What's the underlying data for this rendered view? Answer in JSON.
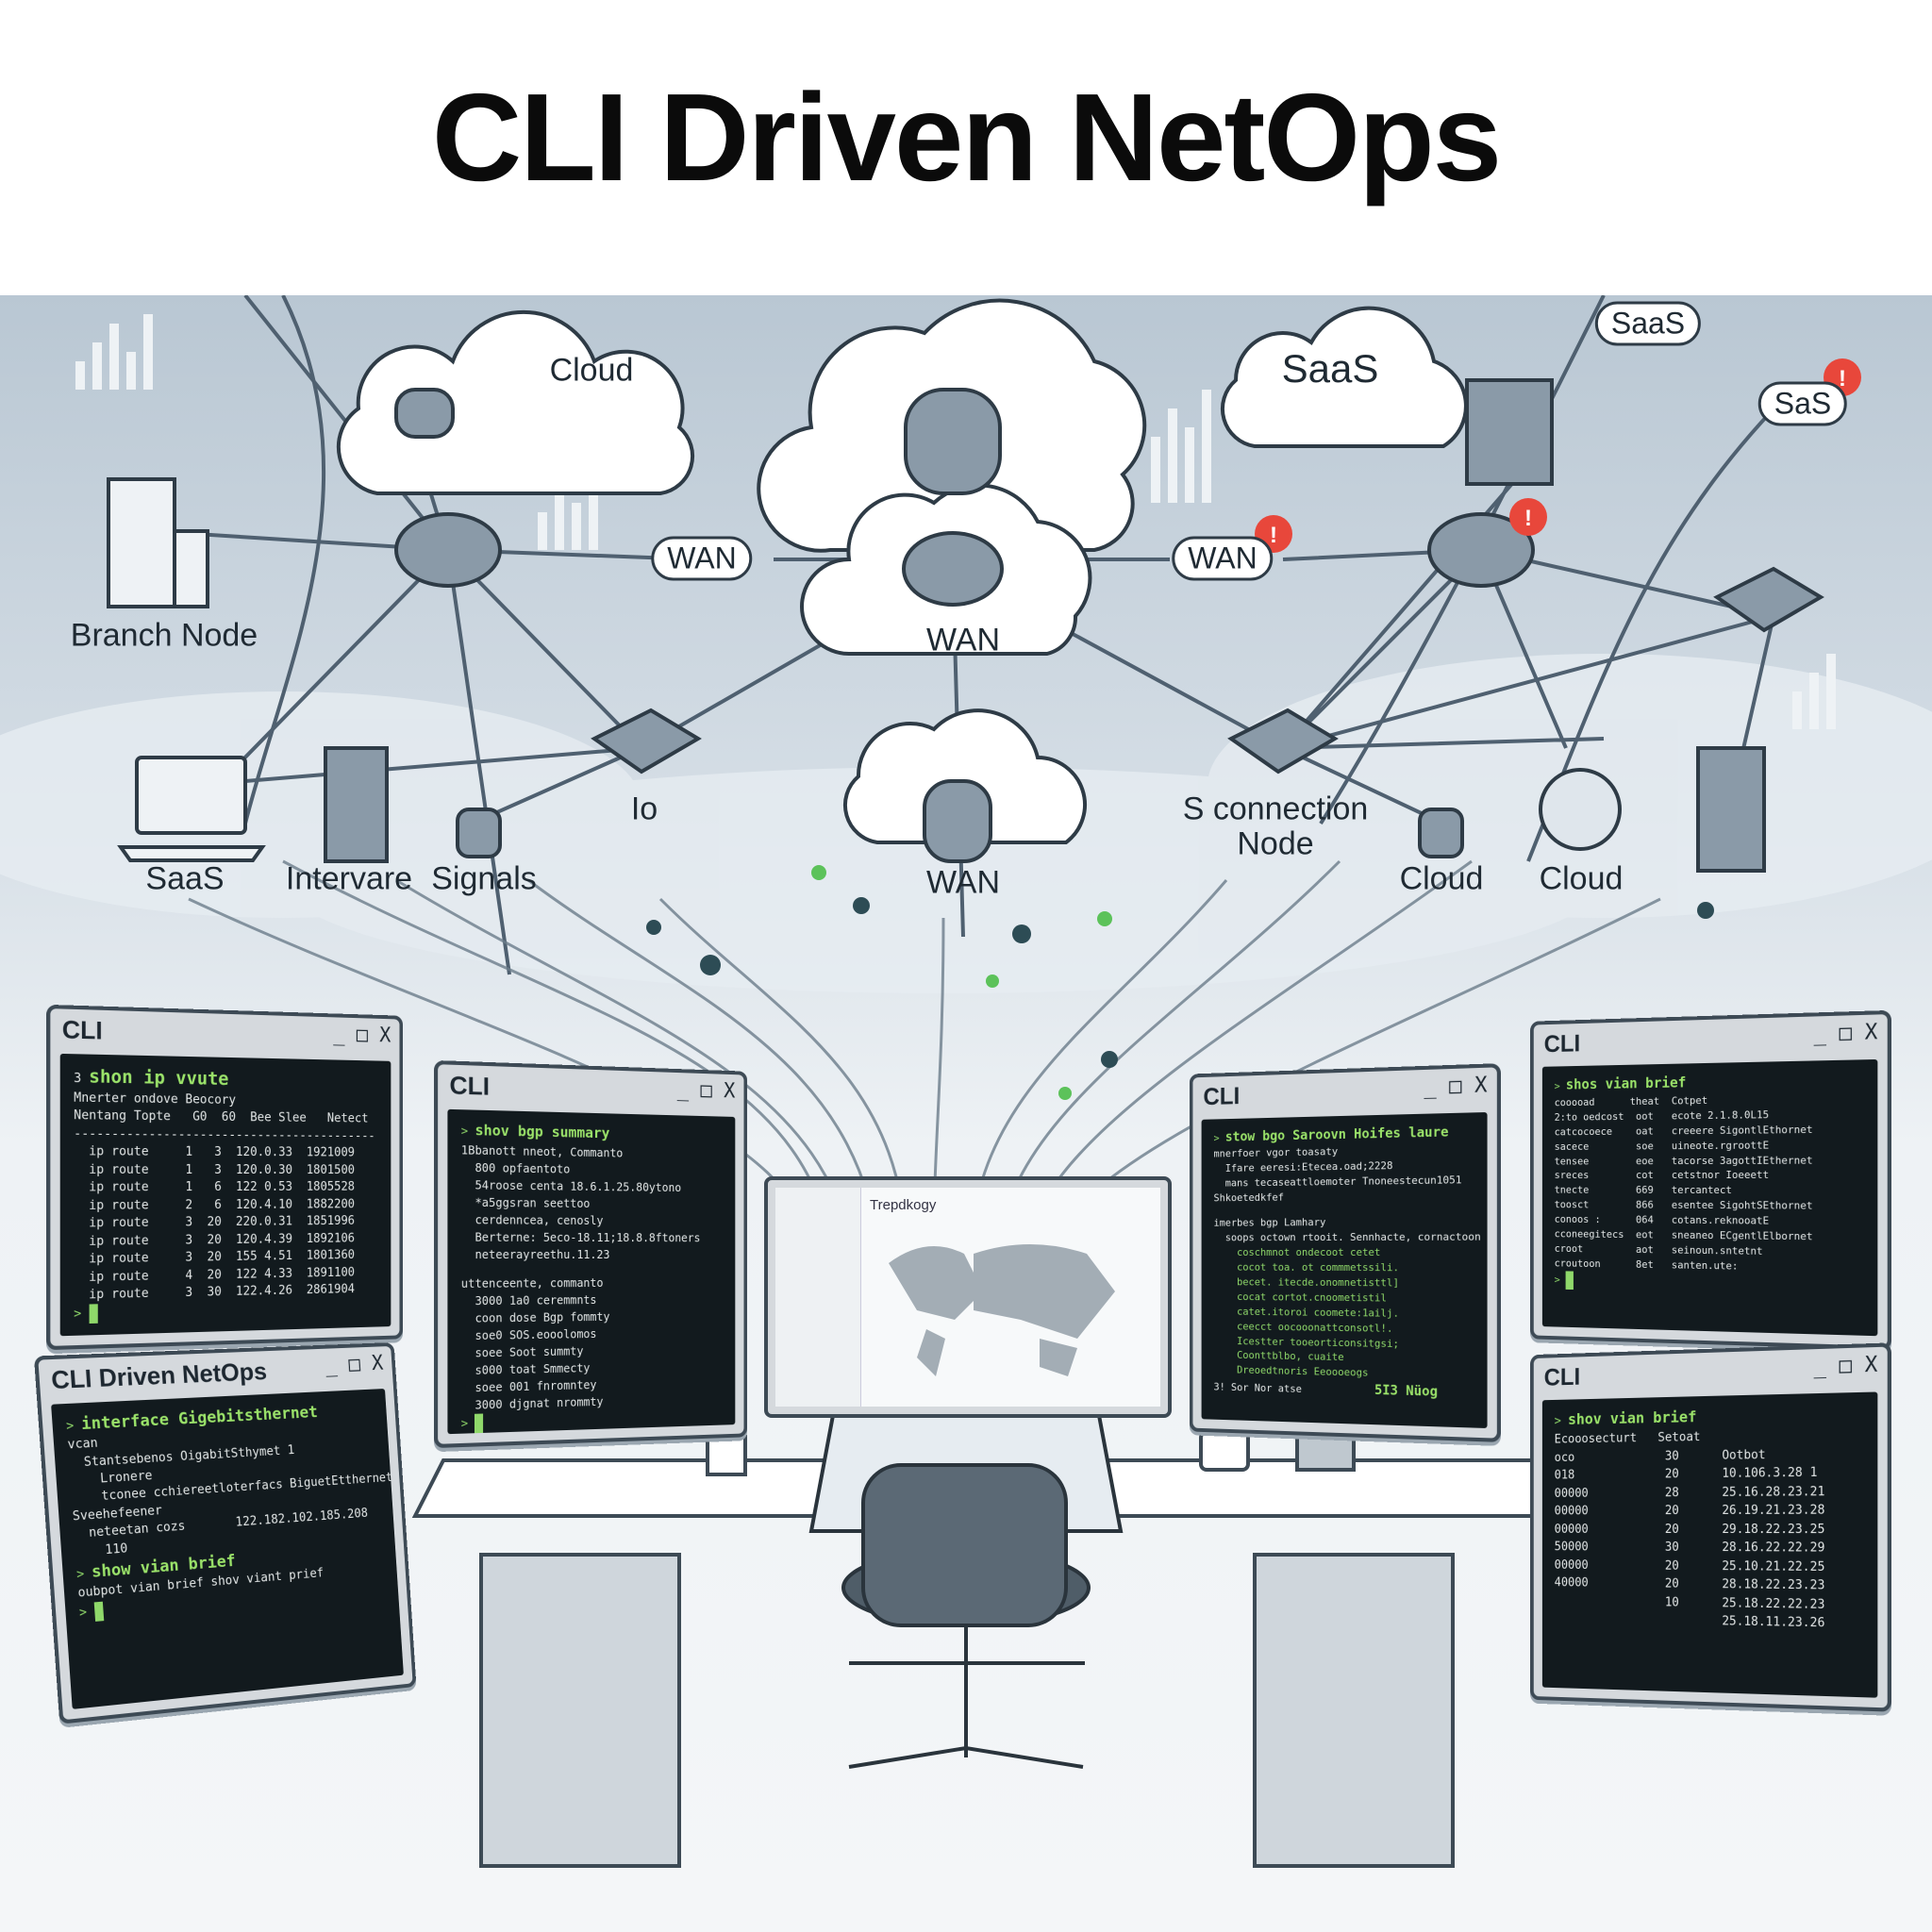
{
  "title": "CLI Driven NetOps",
  "network": {
    "cloud_top_left": "Cloud",
    "saas_top": "SaaS",
    "saas_small": "SaaS",
    "sas_alert": "SaS",
    "wan_left": "WAN",
    "wan_right": "WAN",
    "wan_center": "WAN",
    "wan_lower": "WAN",
    "branch_node": "Branch Node",
    "saas_laptop": "SaaS",
    "intervare": "Intervare",
    "signals": "Signals",
    "io": "Io",
    "s_connection_node": "S connection\nNode",
    "cloud_db": "Cloud",
    "cloud_globe": "Cloud",
    "alert_color": "#e8473b",
    "accent_green": "#5cc25a"
  },
  "terminals": {
    "route": {
      "title": "CLI",
      "controls": "_ □ X",
      "prefix": "3",
      "command": "shon ip vvute",
      "lines": [
        "Mnerter ondove Beocory",
        "Nentang Topte   G0  60  Bee Slee   Netect",
        "------------------------------------------",
        "  ip route     1   3  120.0.33  1921009",
        "  ip route     1   3  120.0.30  1801500",
        "  ip route     1   6  122 0.53  1805528",
        "  ip route     2   6  120.4.10  1882200",
        "  ip route     3  20  220.0.31  1851996",
        "  ip route     3  20  120.4.39  1892106",
        "  ip route     3  20  155 4.51  1801360",
        "  ip route     4  20  122 4.33  1891100",
        "  ip route     3  30  122.4.26  2861904"
      ]
    },
    "bgp": {
      "title": "CLI",
      "controls": "_ □ X",
      "command": "shov bgp summary",
      "lines": [
        "1Bbanott nneot, Commanto",
        "  800 opfaentoto",
        "  54roose centa 18.6.1.25.80ytono",
        "  *a5ggsran seettoo",
        "  cerdenncea, cenosly",
        "  Berterne: 5eco-18.11;18.8.8ftoners",
        "  neteerayreethu.11.23",
        "",
        "uttenceente, commanto",
        "  3000 1a0 ceremmnts",
        "  coon dose Bgp fommty",
        "  soe0 SOS.eooolomos",
        "  soee Soot summty",
        "  s000 toat Smmecty",
        "  soee 001 fnromntey",
        "  3000 djgnat nrommty"
      ]
    },
    "interface": {
      "title": "CLI Driven NetOps",
      "controls": "_ □ X",
      "command": "interface Gigebitsthernet",
      "lines": [
        "vcan",
        "  Stantsebenos OigabitSthymet 1",
        "    Lronere",
        "    tconee cchiereetloterfacs BiguetEtthernet",
        "Sveehefeener",
        "  neteetan cozs       122.182.102.185.208",
        "    110"
      ],
      "command2": "show vian brief",
      "output": "oubpot vian brief shov viant prief"
    },
    "center": {
      "app_title": "Trepdkogy"
    },
    "bgp_right": {
      "title": "CLI",
      "controls": "_ □ X",
      "command": "stow bgo Saroovn Hoifes laure",
      "lines": [
        "mnerfoer vgor toasaty",
        "  Ifare eeresi:Etecea.oad;2228",
        "  mans tecaseattloemoter Tnoneestecun1051",
        "Shkoetedkfef",
        "",
        "imerbes bgp Lamhary",
        "  soops octown rtooit. Sennhacte, cornactoon"
      ],
      "green_lines": [
        "    coschmnot ondecoot cetet",
        "    cocot toa. ot commmetssili.",
        "    becet. itecde.onomnetisttl]",
        "    cocat cortot.cnoometistil",
        "    catet.itoroi coomete:1ailj.",
        "    ceecct oocooonattconsotl!.",
        "    Icestter tooeorticonsitgsi;",
        "    Coonttblbo, cuaite",
        "    Dreoedtnoris Eeoooeogs"
      ],
      "footer_left": "3! Sor Nor atse",
      "footer_right": "5I3 Nüog"
    },
    "vlan_top": {
      "title": "CLI",
      "controls": "_ □ X",
      "command": "shos vian brief",
      "lines": [
        "cooooad      theat  Cotpet",
        "2:to oedcost  oot   ecote 2.1.8.0L15",
        "catcocoece    oat   creeere SigontlEthornet",
        "sacece        soe   uineote.rgroottE",
        "tensee        eoe   tacorse 3agottIEthernet",
        "sreces        cot   cetstnor Ioeeett",
        "tnecte        669   tercantect",
        "toosct        866   esentee SigohtSEthornet",
        "conoos :      064   cotans.reknooatE",
        "cconeegitecs  eot   sneaneo ECgentlElbornet",
        "croot         aot   seinoun.sntetnt",
        "croutoon      8et   santen.ute:"
      ]
    },
    "vlan_bottom": {
      "title": "CLI",
      "controls": "_ □ X",
      "command": "shov vian brief",
      "lines": [
        "Ecooosecturt   Setoat",
        "oco             30      Ootbot",
        "018             20      10.106.3.28 1",
        "00000           28      25.16.28.23.21",
        "00000           20      26.19.21.23.28",
        "00000           20      29.18.22.23.25",
        "50000           30      28.16.22.22.29",
        "00000           20      25.10.21.22.25",
        "40000           20      28.18.22.23.23",
        "                10      25.18.22.22.23",
        "                        25.18.11.23.26"
      ]
    }
  }
}
